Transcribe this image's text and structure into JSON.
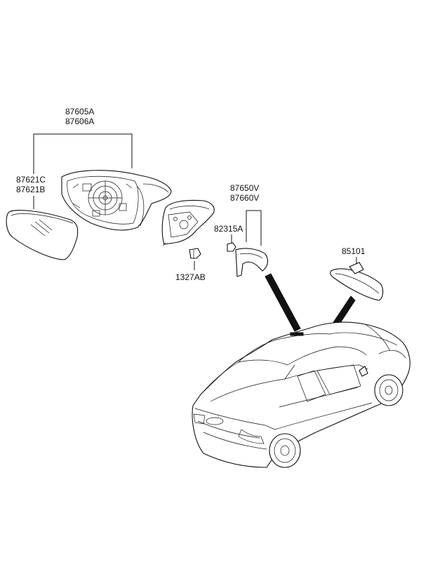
{
  "diagram": {
    "labels": {
      "outside_mirror_assy_lh": "87605A",
      "outside_mirror_assy_rh": "87606A",
      "mirror_glass_lh": "87621C",
      "mirror_glass_rh": "87621B",
      "cover_lh": "87650V",
      "cover_rh": "87660V",
      "nut": "82315A",
      "bolt": "1327AB",
      "inside_mirror": "85101"
    }
  }
}
